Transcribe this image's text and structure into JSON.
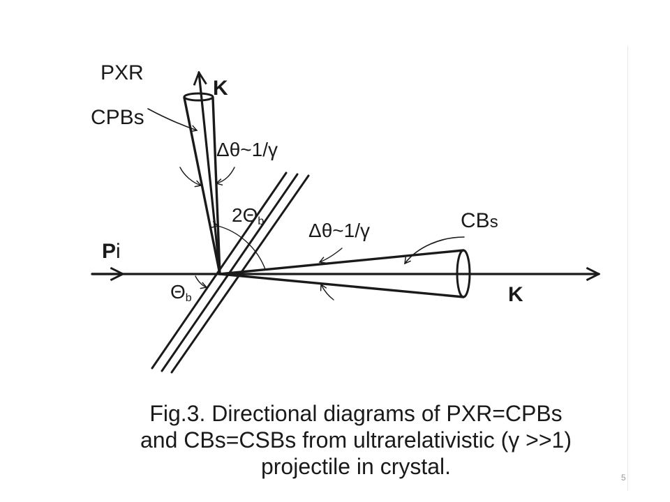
{
  "diagram": {
    "labels": {
      "pxr": "PXR",
      "cpbs": "CPBs",
      "k_top": "K",
      "delta_top": "Δθ~1/γ",
      "two_theta": "2Θ",
      "two_theta_sub": "b",
      "delta_right": "Δθ~1/γ",
      "cbs_main": "CB",
      "cbs_small": "s",
      "p_main": "P",
      "p_sub": "i",
      "theta_b": "Θ",
      "theta_b_sub": "b",
      "k_right": "K"
    },
    "colors": {
      "ink": "#1a1a1a",
      "panel_border": "#e6e6e6"
    }
  },
  "caption": {
    "line1": "Fig.3. Directional diagrams of PXR=CPBs",
    "line2": "and CBs=CSBs from ultrarelativistic (γ >>1)",
    "line3": "projectile in crystal."
  },
  "page_number": "5"
}
